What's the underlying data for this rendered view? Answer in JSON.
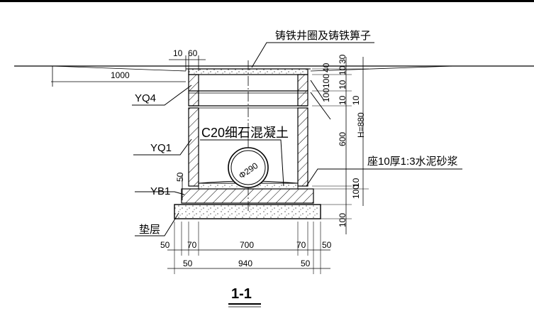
{
  "labels": {
    "cover": "铸铁井圈及铸铁箅子",
    "yq4": "YQ4",
    "yq1": "YQ1",
    "yb1": "YB1",
    "cushion": "垫层",
    "concrete": "C20细石混凝土",
    "pipe": "Φ290",
    "mortar": "座10厚1:3水泥砂浆",
    "section": "1-1"
  },
  "dims": {
    "top_10": "10",
    "top_60": "60",
    "left_1000": "1000",
    "left_50": "50",
    "bottom_50a": "50",
    "bottom_70a": "70",
    "bottom_700": "700",
    "bottom_70b": "70",
    "bottom_50b": "50",
    "bottom2_50a": "50",
    "bottom2_940": "940",
    "bottom2_50b": "50",
    "r_30": "30",
    "r_40": "40",
    "r_10a": "10",
    "r_100a": "100",
    "r_10b": "10",
    "r_10c": "10",
    "r_100b": "100",
    "r_10d": "10",
    "r_600": "600",
    "r_10e": "10",
    "r_100c": "100",
    "r_100d": "100",
    "r_H": "H=880"
  },
  "colors": {
    "line": "#000000",
    "background": "#ffffff"
  }
}
